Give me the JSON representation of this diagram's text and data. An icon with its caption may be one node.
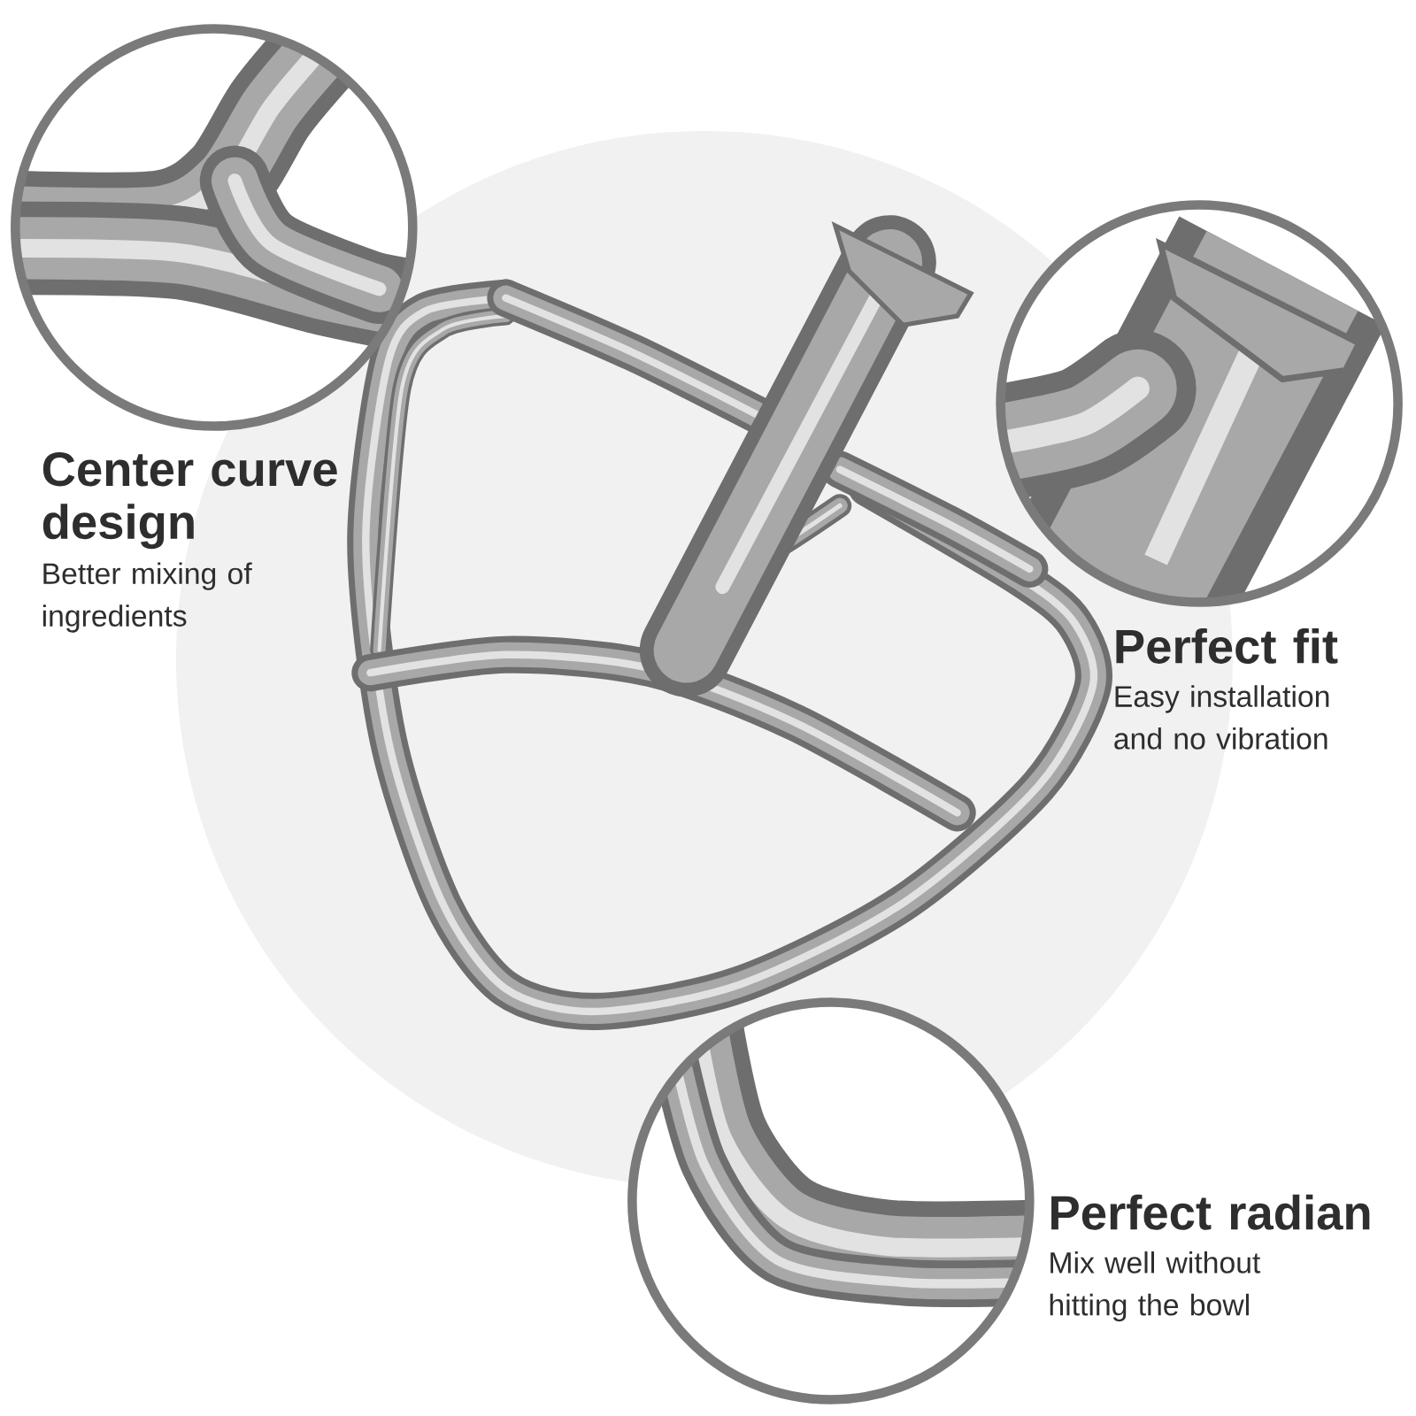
{
  "diagram": {
    "labels": [
      "Center curve design",
      "Better mixing of ingredients",
      "Perfect fit",
      "Easy installation and no vibration",
      "Perfect radian",
      "Mix well without hitting the bowl"
    ]
  }
}
